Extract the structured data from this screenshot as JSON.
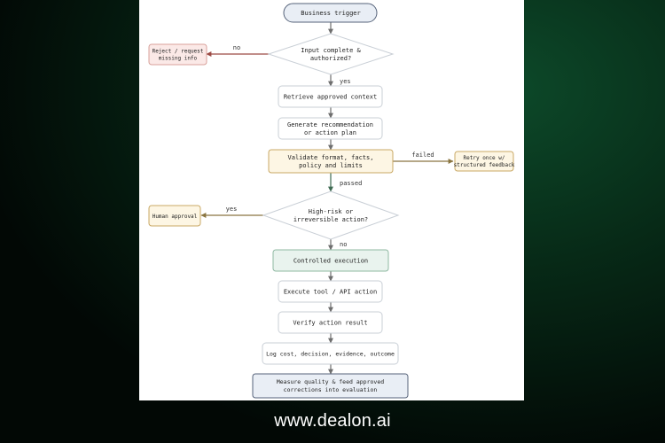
{
  "flowchart": {
    "nodes": {
      "trigger": "Business trigger",
      "input_check": [
        "Input complete &",
        "authorized?"
      ],
      "reject": [
        "Reject / request",
        "missing info"
      ],
      "retrieve": "Retrieve approved context",
      "generate": [
        "Generate recommendation",
        "or action plan"
      ],
      "validate": [
        "Validate format, facts,",
        "policy and limits"
      ],
      "retry": [
        "Retry once w/",
        "structured feedback"
      ],
      "risk_check": [
        "High-risk or",
        "irreversible action?"
      ],
      "human": "Human approval",
      "controlled": "Controlled execution",
      "execute": "Execute tool / API action",
      "verify": "Verify action result",
      "log": "Log cost, decision, evidence, outcome",
      "measure": [
        "Measure quality & feed approved",
        "corrections into evaluation"
      ]
    },
    "edges": {
      "input_no": "no",
      "input_yes": "yes",
      "validate_failed": "failed",
      "validate_passed": "passed",
      "risk_yes": "yes",
      "risk_no": "no"
    }
  },
  "colors": {
    "neutral_fill": "#ffffff",
    "neutral_stroke": "#c9cfd6",
    "reject_fill": "#fbe9e7",
    "reject_stroke": "#d8a19b",
    "amber_fill": "#fdf6e4",
    "amber_stroke": "#c9a864",
    "green_fill": "#e9f3ee",
    "green_stroke": "#8fb8a2",
    "blue_fill": "#e9eef5",
    "blue_stroke": "#56637a",
    "arrow_gray": "#6e6e6e",
    "arrow_red": "#9c4a44",
    "arrow_amber": "#8a7540",
    "arrow_green": "#3e6a52"
  },
  "footer": {
    "site": "www.dealon.ai"
  }
}
